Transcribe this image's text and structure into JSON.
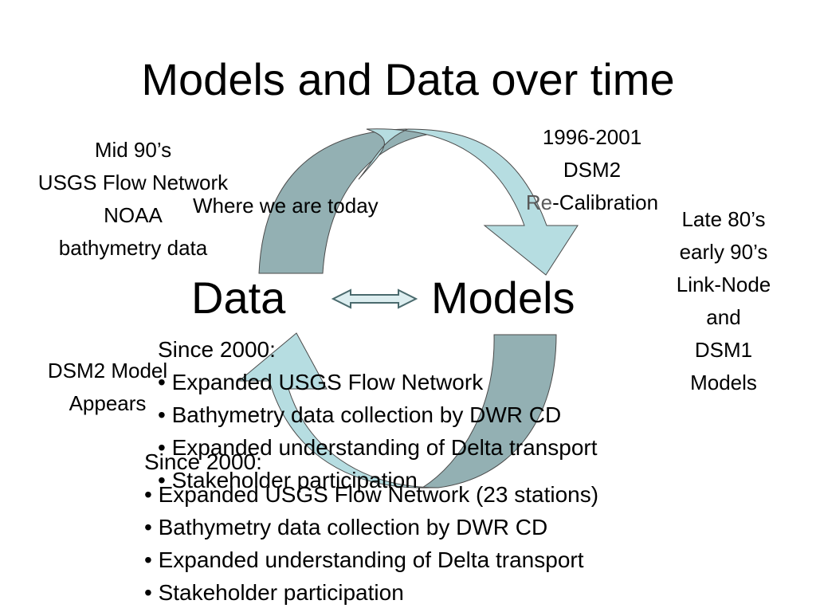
{
  "slide": {
    "title": "Models and Data over time",
    "data_label": "Data",
    "models_label": "Models",
    "where_today": "Where we are today",
    "mid90s": [
      "Mid 90’s",
      "USGS Flow Network",
      "NOAA",
      "bathymetry data"
    ],
    "dsm2_recal": {
      "line1": "1996-2001",
      "line2": "DSM2",
      "line3_a": "Re",
      "line3_b": "-Calibration"
    },
    "late80s": [
      "Late 80’s",
      "early 90’s",
      "Link-Node",
      "and",
      "DSM1",
      "Models"
    ],
    "dsm2_appears": [
      "DSM2 Model",
      "Appears"
    ],
    "since_upper": {
      "heading": "Since 2000:",
      "bullets": [
        "• Expanded USGS Flow Network",
        "• Bathymetry data collection by DWR CD",
        "• Expanded understanding of Delta transport",
        "• Stakeholder participation"
      ]
    },
    "since_lower": {
      "heading": "Since 2000:",
      "bullets": [
        "• Expanded USGS Flow Network (23 stations)",
        "• Bathymetry data collection by DWR CD",
        "• Expanded understanding of Delta transport",
        "• Stakeholder participation"
      ]
    }
  },
  "colors": {
    "arrow_dark": "#93b0b3",
    "arrow_light": "#b6dde1",
    "outline": "#4a4a4a"
  }
}
